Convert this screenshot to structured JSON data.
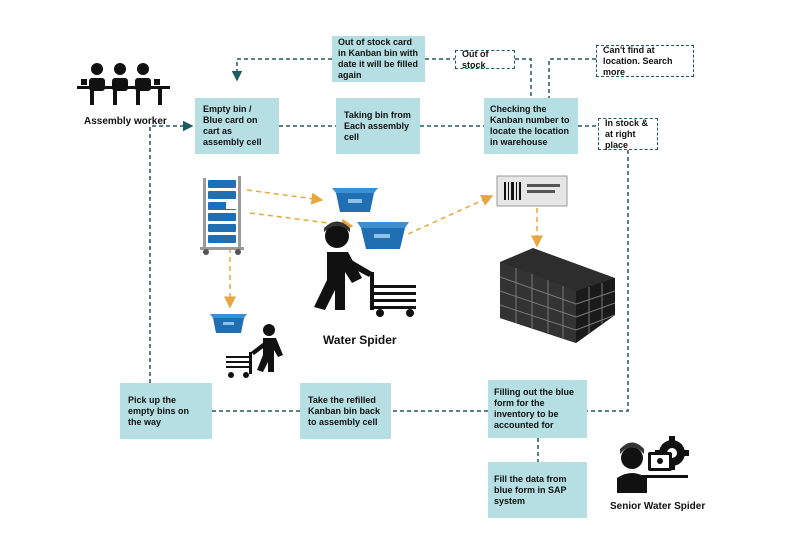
{
  "labels": {
    "assembly_worker": "Assembly worker",
    "water_spider": "Water Spider",
    "senior_water_spider": "Senior Water Spider"
  },
  "nodes": {
    "empty_bin": "Empty bin / Blue card on cart as assembly cell",
    "taking_bin": "Taking bin from Each assembly cell",
    "checking_kanban": "Checking the Kanban number to locate the location in warehouse",
    "out_of_stock_card": "Out of stock card in Kanban bin with date it will be filled again",
    "pick_up_empty": "Pick up the empty bins on the way",
    "take_refilled": "Take the refilled Kanban bin back to assembly cell",
    "filling_form": "Filling out the blue form for the inventory to be accounted for",
    "fill_sap": "Fill the data from blue form in SAP system"
  },
  "conditions": {
    "out_of_stock": "Out of stock",
    "cant_find": "Can't find at location. Search more",
    "in_stock": "In stock & at right place"
  },
  "colors": {
    "box_fill": "#b5dfe3",
    "flow_line": "#1e5c5f",
    "material_arrow": "#e8a640",
    "bin_blue": "#1f6fb2"
  }
}
